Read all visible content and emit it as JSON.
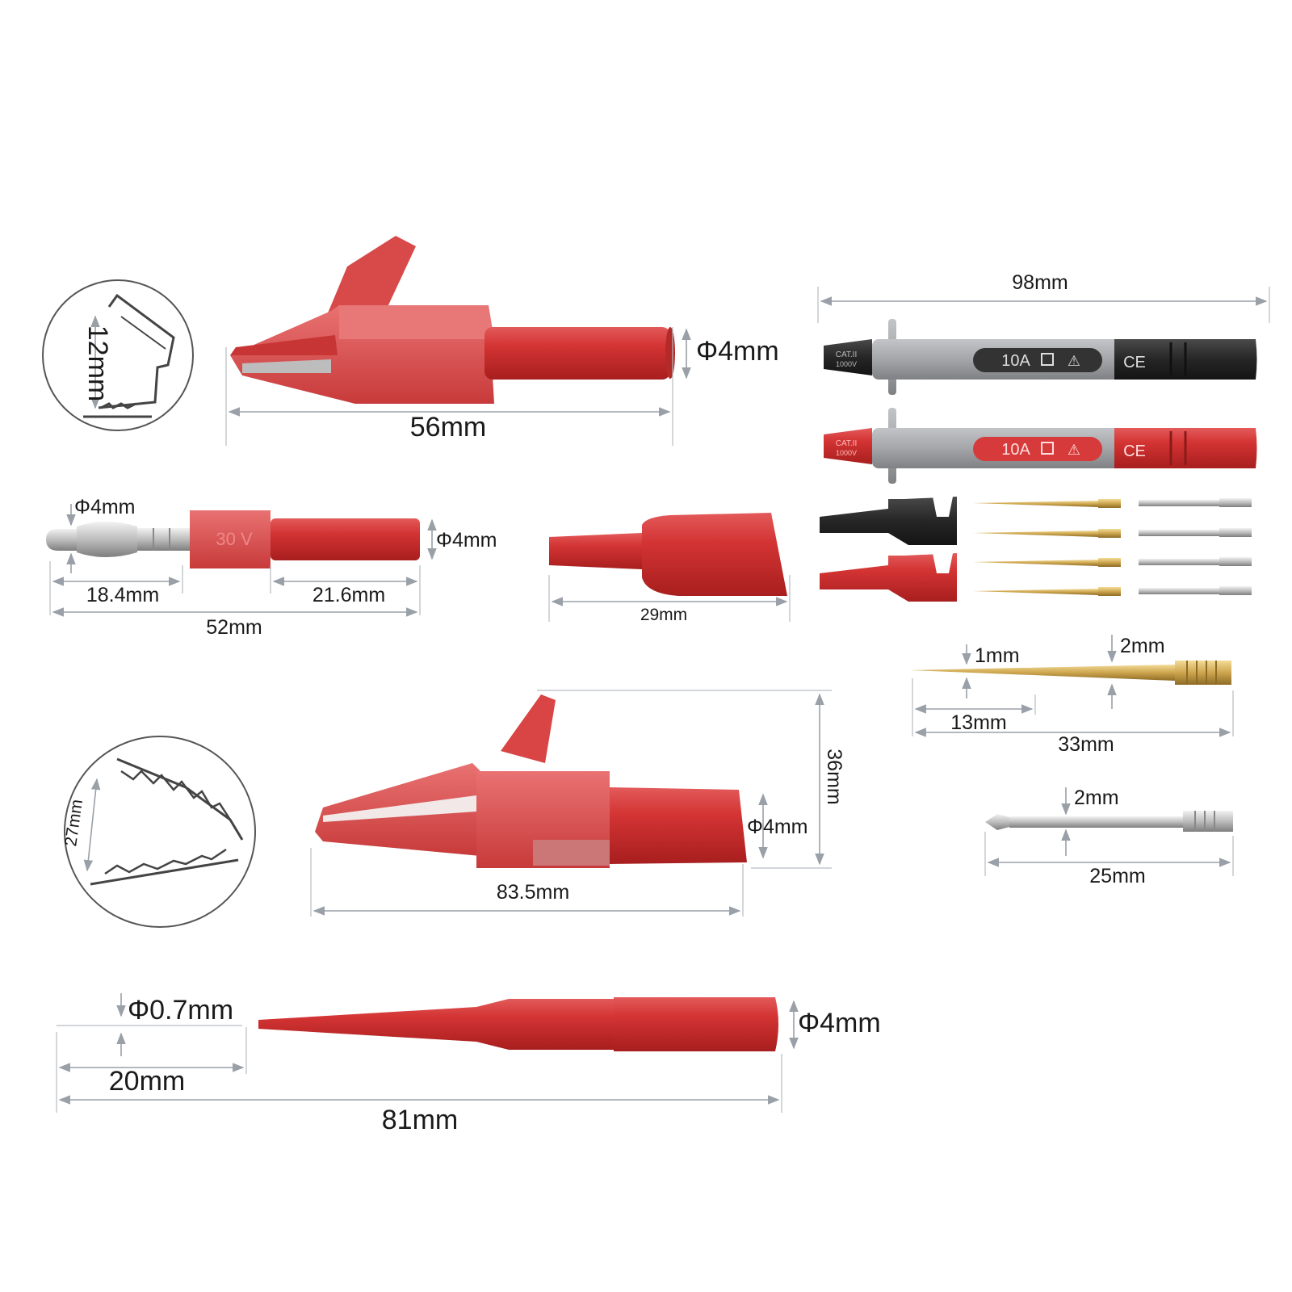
{
  "alligator_small": {
    "length": "56mm",
    "diameter": "Φ4mm",
    "jaw_opening": "12mm"
  },
  "banana_plug": {
    "tip_diameter": "Φ4mm",
    "body_diameter": "Φ4mm",
    "tip_length": "18.4mm",
    "sleeve_length": "21.6mm",
    "total_length": "52mm",
    "marking": "30 V"
  },
  "cap": {
    "length": "29mm"
  },
  "test_probe": {
    "length": "98mm",
    "rating": "10A",
    "cat_label": "CAT.II",
    "voltage_label": "1000V",
    "ce_mark": "CE",
    "colors": {
      "black": "#2b2b2b",
      "red": "#d63a3a",
      "grey": "#a3a5a8"
    }
  },
  "gold_pin": {
    "tip_diameter": "1mm",
    "body_diameter": "2mm",
    "taper_length": "13mm",
    "total_length": "33mm"
  },
  "steel_pin": {
    "diameter": "2mm",
    "length": "25mm"
  },
  "alligator_large": {
    "length": "83.5mm",
    "height": "36mm",
    "diameter": "Φ4mm",
    "jaw_opening": "27mm"
  },
  "pin_probe": {
    "tip_diameter": "Φ0.7mm",
    "taper_length": "20mm",
    "total_length": "81mm",
    "diameter": "Φ4mm"
  }
}
